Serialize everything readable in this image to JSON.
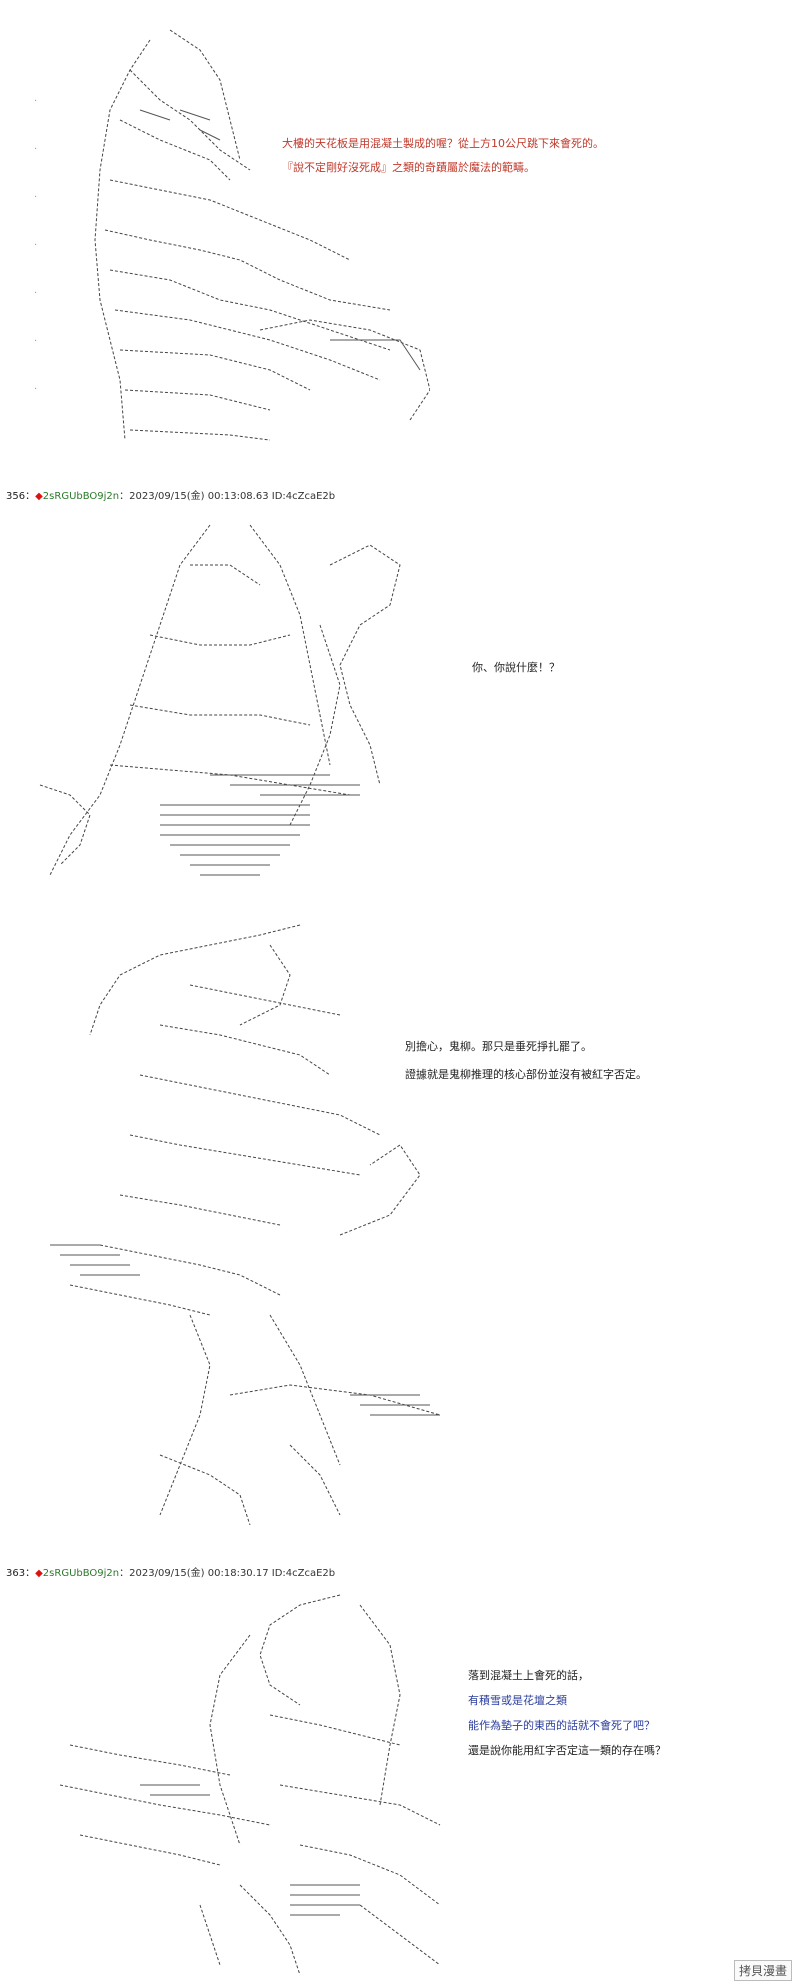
{
  "panel1": {
    "lines": [
      {
        "text": "大樓的天花板是用混凝土製成的喔？從上方10公尺跳下來會死的。",
        "color": "#c0392b"
      },
      {
        "text": "『說不定剛好沒死成』之類的奇蹟屬於魔法的範疇。",
        "color": "#c0392b"
      }
    ]
  },
  "post356": {
    "number": "356：",
    "diamond": "◆",
    "name": "2sRGUbBO9j2n",
    "datetime": "：2023/09/15(金) 00:13:08.63 ID:4cZcaE2b"
  },
  "panel2": {
    "lines": [
      {
        "text": "你、你說什麼！？",
        "color": "#222222"
      }
    ]
  },
  "panel3": {
    "lines": [
      {
        "text": "別擔心，鬼柳。那只是垂死掙扎罷了。",
        "color": "#222222"
      },
      {
        "text": "證據就是鬼柳推理的核心部份並沒有被紅字否定。",
        "color": "#222222"
      }
    ]
  },
  "post363": {
    "number": "363：",
    "diamond": "◆",
    "name": "2sRGUbBO9j2n",
    "datetime": "：2023/09/15(金) 00:18:30.17 ID:4cZcaE2b"
  },
  "panel4": {
    "lines": [
      {
        "text": "落到混凝土上會死的話，",
        "color": "#222222"
      },
      {
        "text": "有積雪或是花壇之類",
        "color": "#2c3e9e"
      },
      {
        "text": "能作為墊子的東西的話就不會死了吧？",
        "color": "#2c3e9e"
      },
      {
        "text": "還是說你能用紅字否定這一類的存在嗎？",
        "color": "#222222"
      }
    ]
  },
  "watermark": "拷貝漫畫"
}
